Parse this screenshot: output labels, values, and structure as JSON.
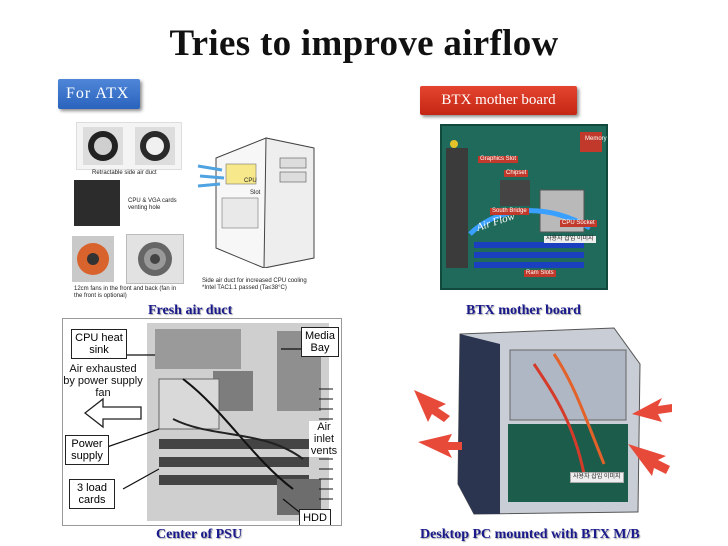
{
  "title": "Tries to improve airflow",
  "tags": {
    "atx": "For  ATX",
    "btx": "BTX mother board"
  },
  "captions": {
    "fresh_air_duct": "Fresh air duct",
    "btx_board": "BTX mother board",
    "center_psu": "Center of PSU",
    "desktop_btx": "Desktop PC mounted with BTX M/B"
  },
  "atx_images": {
    "retractable": "Retractable side air duct",
    "cpu_vga": "CPU & VGA cards venting hole",
    "fans": "12cm fans in the front and back (fan in the front is optional)",
    "side_duct": "Side air duct for increased CPU cooling *Intel TAC1.1 passed (Ta≤38°C)",
    "cpu_label": "CPU",
    "slot_label": "Slot"
  },
  "btx_board_labels": {
    "air_flow": "Air Flow",
    "chipset": "Chipset",
    "graphics": "Graphics Slot",
    "south": "South Bridge",
    "cpu_socket": "CPU Socket",
    "memory": "Memory",
    "ram_slots": "Ram Slots",
    "watermark": "사용자 삽입 이미지"
  },
  "psu_diagram": {
    "cpu_heat_sink": "CPU heat sink",
    "media_bay": "Media Bay",
    "air_exhausted": "Air exhausted by power supply fan",
    "power_supply": "Power supply",
    "air_inlet": "Air inlet vents",
    "load_cards": "3 load cards",
    "hdd": "HDD"
  },
  "desktop_image": {
    "watermark": "사용자 삽입 이미지"
  }
}
